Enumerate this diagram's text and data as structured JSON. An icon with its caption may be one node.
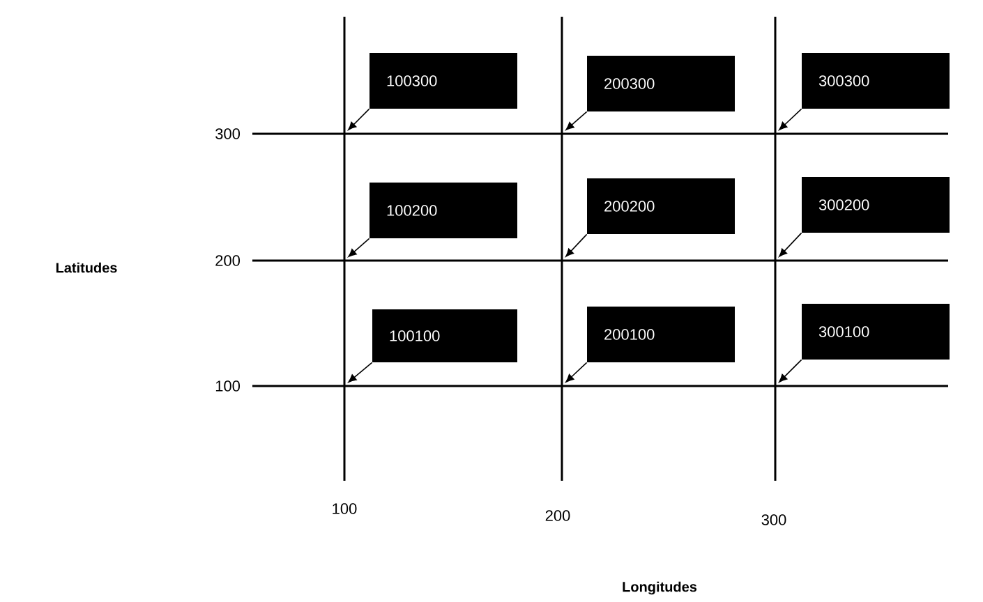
{
  "diagram": {
    "nodes": [
      {
        "text": [
          "100300"
        ]
      },
      {
        "text": [
          "200300"
        ]
      },
      {
        "text": [
          "300300"
        ]
      },
      {
        "text": [
          "100200"
        ]
      },
      {
        "text": [
          "200200"
        ]
      },
      {
        "text": [
          "300200"
        ]
      },
      {
        "text": [
          "100100"
        ]
      },
      {
        "text": [
          "200100"
        ]
      },
      {
        "text": [
          "300100"
        ]
      }
    ],
    "edges": [
      {
        "from": 0,
        "to": null,
        "arrow": "to"
      },
      {
        "from": 1,
        "to": null,
        "arrow": "to"
      },
      {
        "from": 2,
        "to": null,
        "arrow": "to"
      },
      {
        "from": 3,
        "to": null,
        "arrow": "to"
      },
      {
        "from": 4,
        "to": null,
        "arrow": "to"
      },
      {
        "from": 5,
        "to": null,
        "arrow": "to"
      },
      {
        "from": 6,
        "to": null,
        "arrow": "to"
      },
      {
        "from": 7,
        "to": null,
        "arrow": "to"
      },
      {
        "from": 8,
        "to": null,
        "arrow": "to"
      }
    ],
    "labels": [
      "300",
      "Latitudes",
      "200",
      "100",
      "100",
      "200",
      "300",
      "Longitudes"
    ]
  }
}
